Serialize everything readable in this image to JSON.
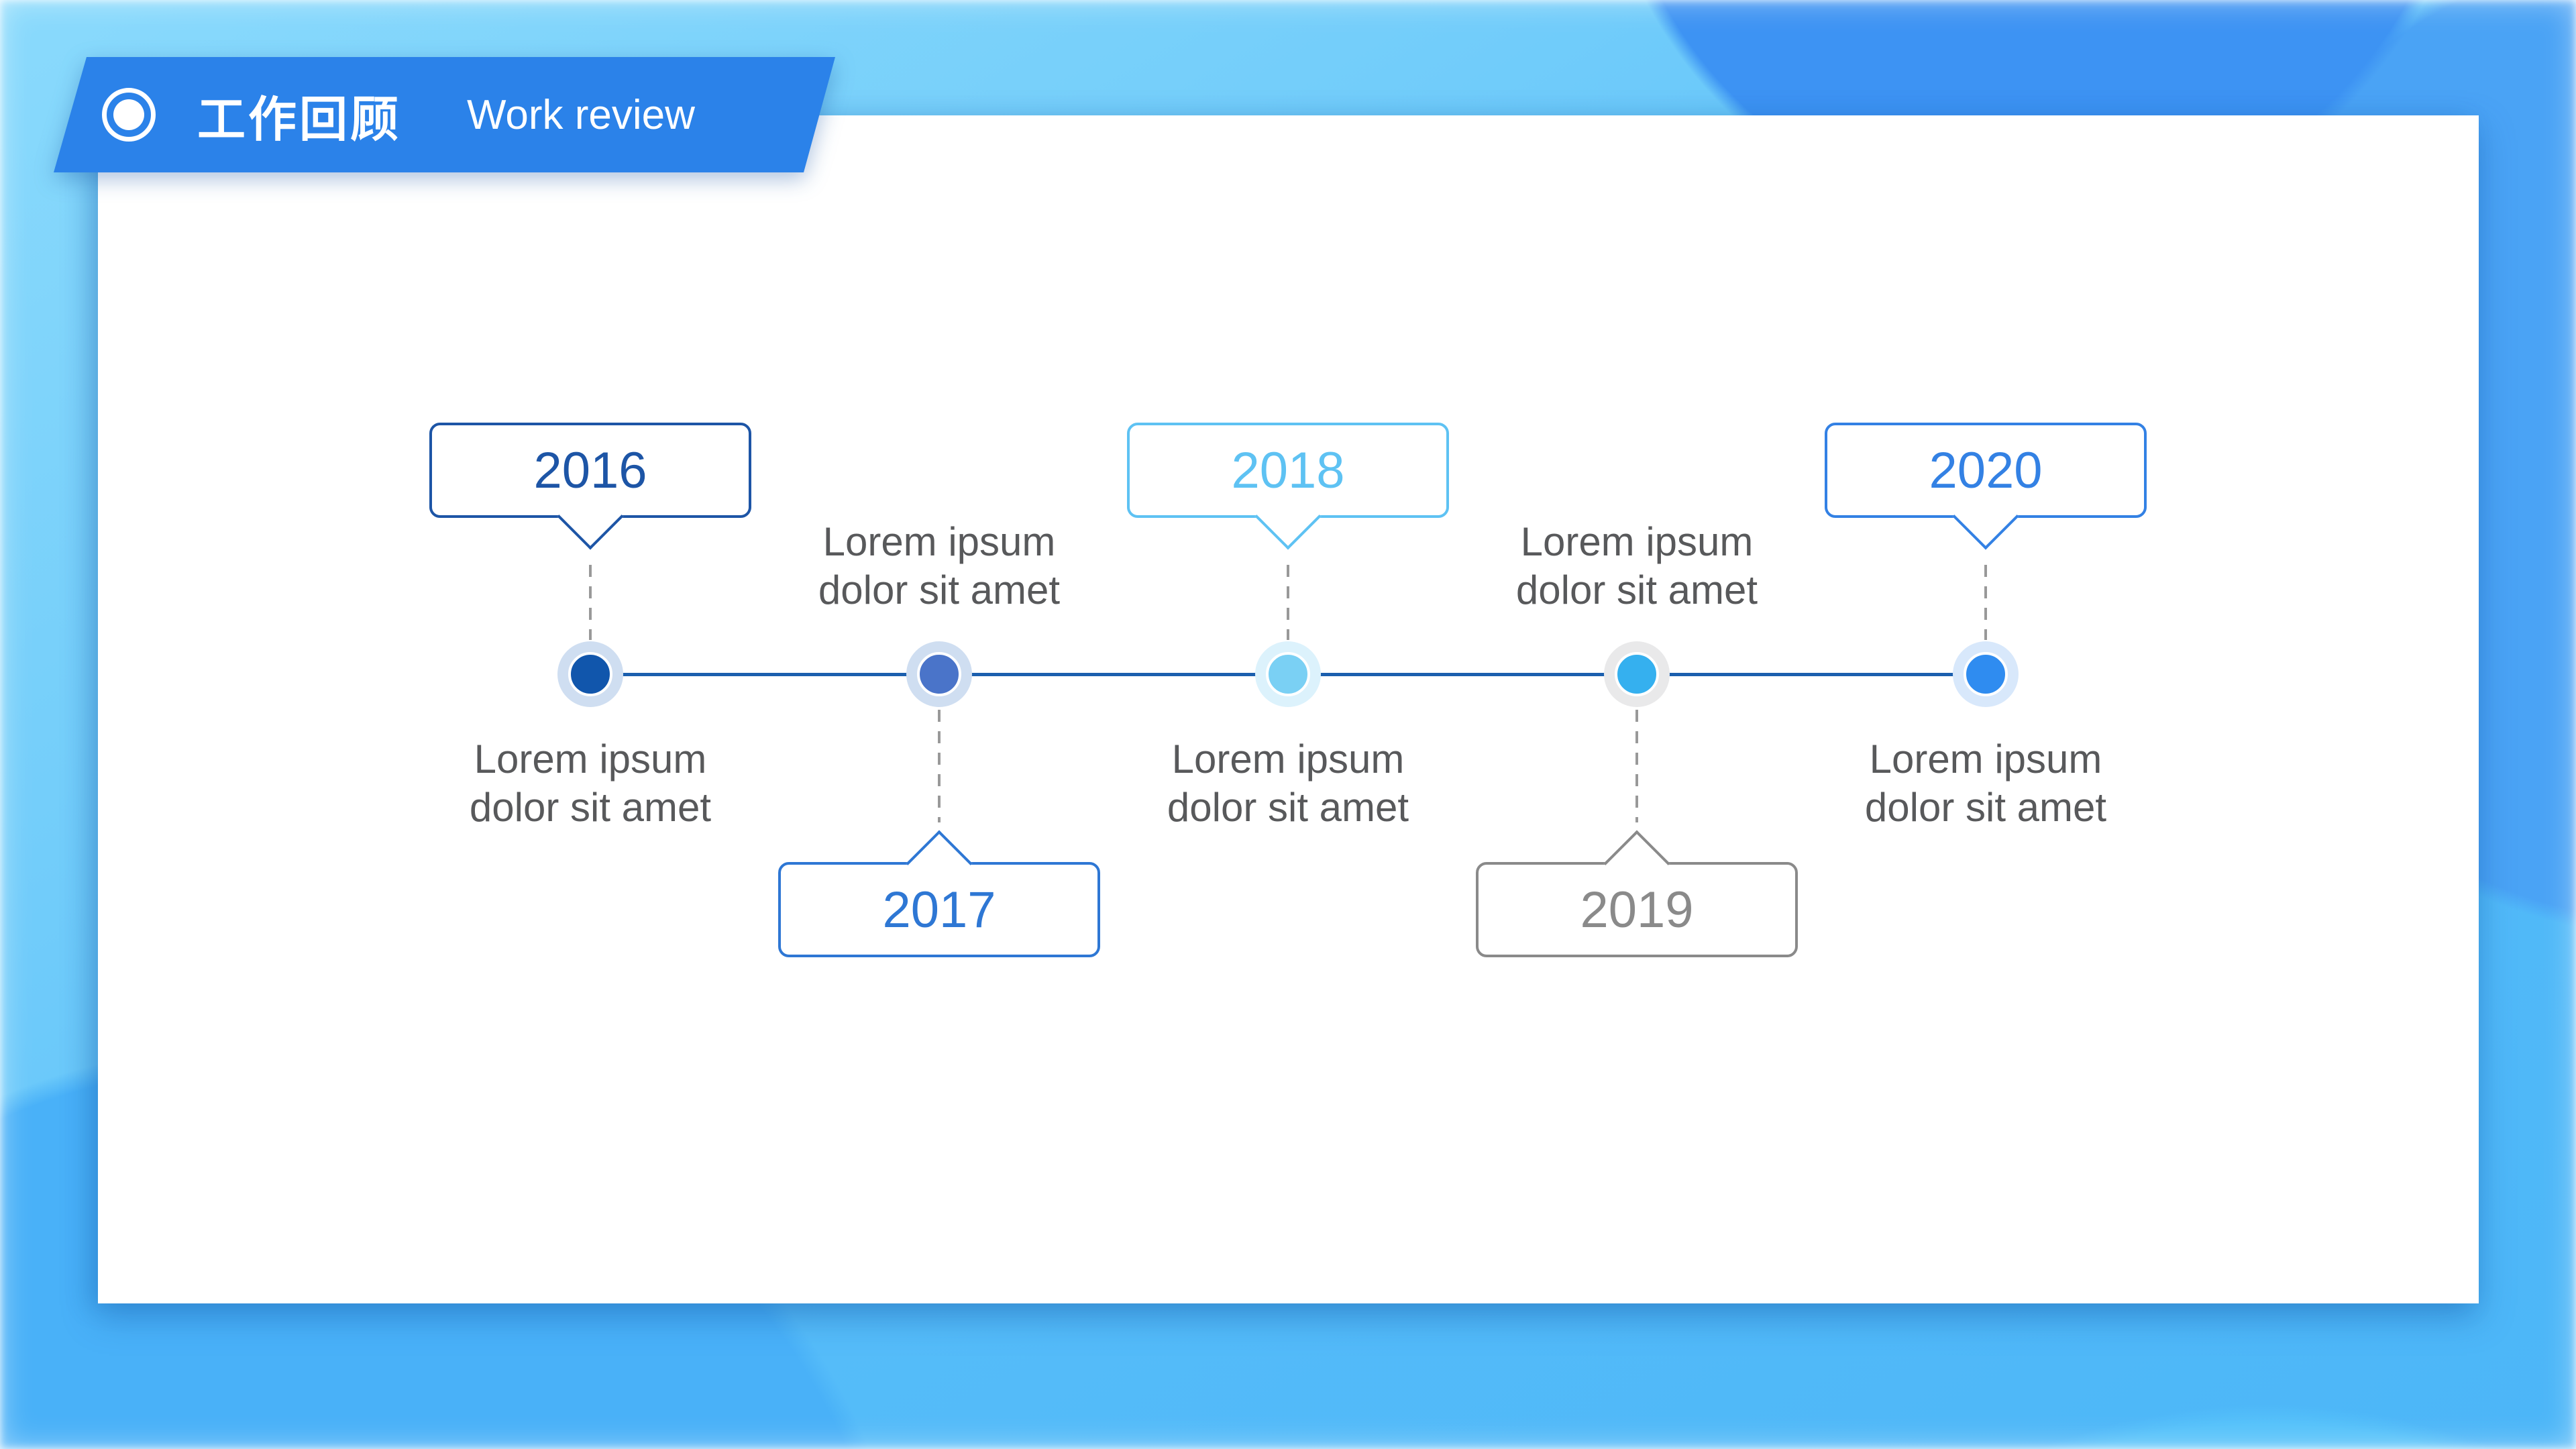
{
  "slide": {
    "header": {
      "banner_color": "#2b82e9",
      "icon": "target-circle-icon",
      "title_zh": "工作回顾",
      "title_en": "Work review"
    },
    "timeline": {
      "axis_color": "#1b5fae",
      "connector_color": "#999999",
      "desc_color": "#58595b",
      "items": [
        {
          "year": "2016",
          "side": "top",
          "desc_line1": "Lorem ipsum",
          "desc_line2": "dolor sit amet",
          "accent": "#1d55a6",
          "dot": "#1156ac",
          "halo": "#cfdef1"
        },
        {
          "year": "2017",
          "side": "bottom",
          "desc_line1": "Lorem ipsum",
          "desc_line2": "dolor sit amet",
          "accent": "#2e77d4",
          "dot": "#4a74c9",
          "halo": "#cfdef1"
        },
        {
          "year": "2018",
          "side": "top",
          "desc_line1": "Lorem ipsum",
          "desc_line2": "dolor sit amet",
          "accent": "#5ec2f3",
          "dot": "#7ad0f4",
          "halo": "#dcf2fc"
        },
        {
          "year": "2019",
          "side": "bottom",
          "desc_line1": "Lorem ipsum",
          "desc_line2": "dolor sit amet",
          "accent": "#8a8a8a",
          "dot": "#35b0ef",
          "halo": "#e9e9ea"
        },
        {
          "year": "2020",
          "side": "top",
          "desc_line1": "Lorem ipsum",
          "desc_line2": "dolor sit amet",
          "accent": "#3381e4",
          "dot": "#2f8cf0",
          "halo": "#d8e8fb"
        }
      ]
    }
  }
}
